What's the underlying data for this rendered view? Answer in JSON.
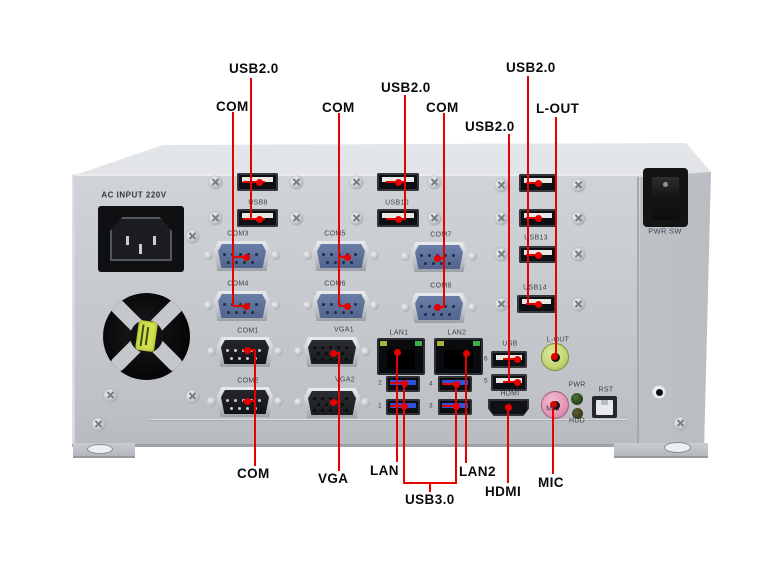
{
  "callouts": {
    "top": [
      {
        "text": "USB2.0"
      },
      {
        "text": "COM"
      },
      {
        "text": "COM"
      },
      {
        "text": "USB2.0"
      },
      {
        "text": "COM"
      },
      {
        "text": "USB2.0"
      },
      {
        "text": "USB2.0"
      },
      {
        "text": "L-OUT"
      }
    ],
    "bottom": [
      {
        "text": "COM"
      },
      {
        "text": "VGA"
      },
      {
        "text": "LAN"
      },
      {
        "text": "LAN2"
      },
      {
        "text": "USB3.0"
      },
      {
        "text": "HDMI"
      },
      {
        "text": "MIC"
      }
    ]
  },
  "silkscreen": {
    "ac_input": "AC INPUT 220V",
    "usb8": "USB8",
    "usb10": "USB10",
    "usb13": "USB13",
    "usb14": "USB14",
    "com1": "COM1",
    "com2": "COM2",
    "com3": "COM3",
    "com4": "COM4",
    "com5": "COM5",
    "com6": "COM6",
    "com7": "COM7",
    "com8": "COM8",
    "vga1": "VGA1",
    "vga2": "VGA2",
    "lan1": "LAN1",
    "lan2": "LAN2",
    "usb": "USB",
    "hdmi": "HDMI",
    "line_out": "L-OUT",
    "mic": "MIC",
    "pwr": "PWR",
    "hdd": "HDD",
    "rst": "RST",
    "pwr_sw": "PWR SW",
    "port1": "1",
    "port2": "2",
    "port3": "3",
    "port4": "4",
    "port5": "5",
    "port6": "6"
  },
  "colors": {
    "callout_red": "#e60000",
    "chassis_gray": "#c6cace",
    "usb3_blue": "#2f50da",
    "line_out_green": "#c2d56f",
    "mic_pink": "#e294b4",
    "led_green": "#31511f"
  }
}
